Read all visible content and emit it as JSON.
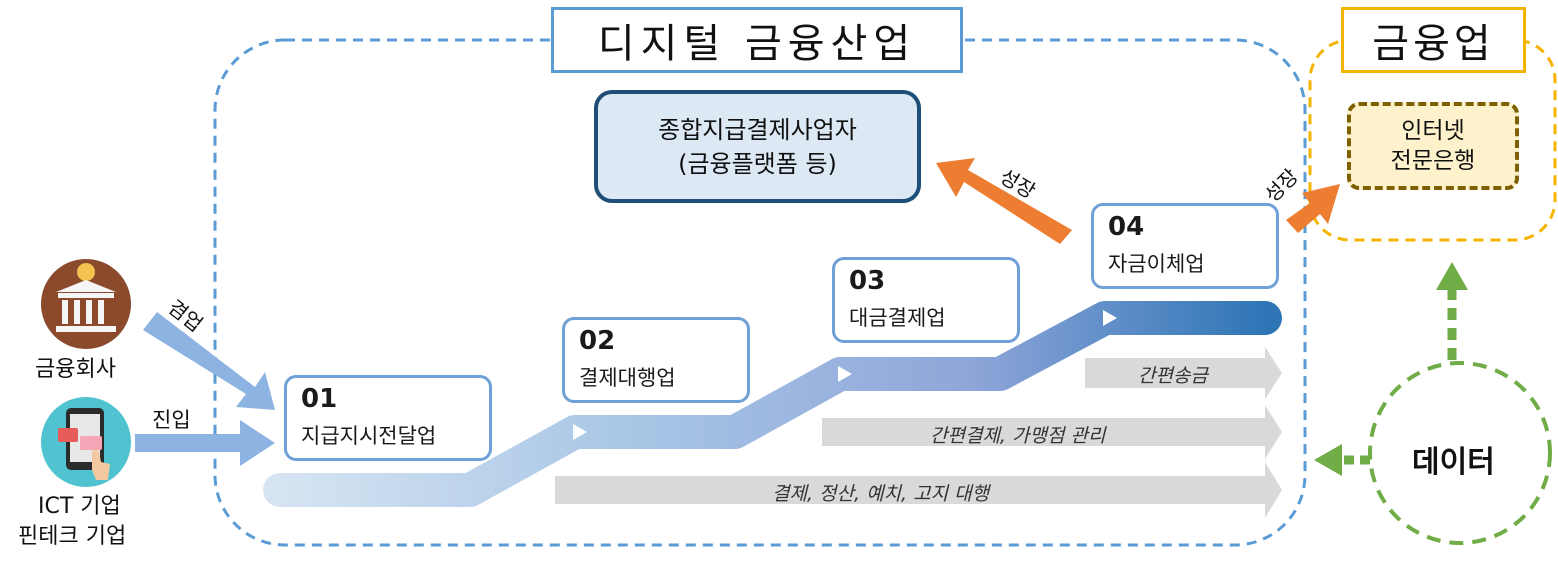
{
  "titles": {
    "digital": "디지털 금융산업",
    "finance": "금융업"
  },
  "center_box": {
    "line1": "종합지급결제사업자",
    "line2": "(금융플랫폼 등)"
  },
  "bank_box": {
    "line1": "인터넷",
    "line2": "전문은행"
  },
  "stages": [
    {
      "num": "01",
      "name": "지급지시전달업"
    },
    {
      "num": "02",
      "name": "결제대행업"
    },
    {
      "num": "03",
      "name": "대금결제업"
    },
    {
      "num": "04",
      "name": "자금이체업"
    }
  ],
  "services": [
    "간편송금",
    "간편결제, 가맹점 관리",
    "결제, 정산, 예치, 고지 대행"
  ],
  "actors": {
    "bank_label": "금융회사",
    "ict_line1": "ICT 기업",
    "ict_line2": "핀테크 기업",
    "dual": "겸업",
    "enter": "진입"
  },
  "growth_labels": [
    "성장",
    "성장"
  ],
  "data_label": "데이터",
  "colors": {
    "blue_border": "#5b9bd5",
    "yellow_border": "#f5b400",
    "orange_arrow": "#ed7d31",
    "green_dash": "#70ad47",
    "dark_blue": "#2e75b6",
    "brown_dash": "#7f6000"
  },
  "icons": [
    "bank-building-icon",
    "smartphone-payment-icon",
    "play-triangle-icon"
  ]
}
